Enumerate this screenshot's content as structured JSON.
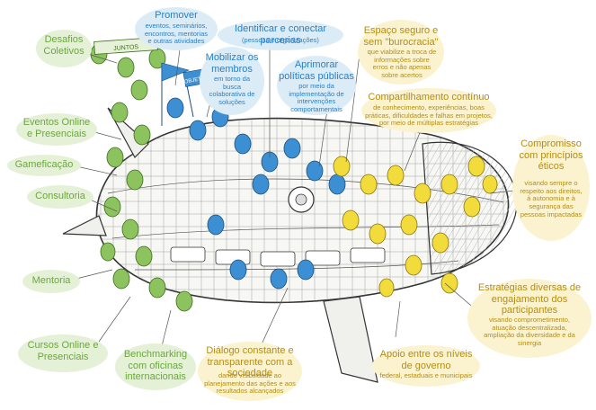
{
  "colors": {
    "green": "#6aa83a",
    "blue": "#2a7fc2",
    "yellow": "#b48d14",
    "green_fill": "#8cc35f",
    "blue_fill": "#3d8fd4",
    "yellow_fill": "#f2dc3c"
  },
  "green_labels": {
    "desafios": "Desafios Coletivos",
    "eventos": "Eventos Online e Presenciais",
    "gamificacao": "Gameficação",
    "consultoria": "Consultoria",
    "mentoria": "Mentoria",
    "cursos": "Cursos Online e Presenciais",
    "benchmarking": "Benchmarking com oficinas internacionais"
  },
  "blue_labels": {
    "promover_title": "Promover",
    "promover_sub": "eventos, seminários, encontros, mentorias e outras atividades",
    "identificar_title": "Identificar e conectar parcerias",
    "identificar_sub": "(pessoas e organizações)",
    "mobilizar_title": "Mobilizar os membros",
    "mobilizar_sub": "em torno da busca colaborativa de soluções",
    "aprimorar_title": "Aprimorar políticas públicas",
    "aprimorar_sub": "por meio da implementação de intervenções comportamentais"
  },
  "yellow_labels": {
    "espaco_title": "Espaço seguro e sem \"burocracia\"",
    "espaco_sub": "que viabilize a troca de informações sobre erros e não apenas sobre acertos",
    "compart_title": "Compartilhamento contínuo",
    "compart_sub": "de conhecimento, experiências, boas práticas, dificuldades e falhas em projetos, por meio de múltiplas estratégias",
    "compromisso_title": "Compromisso com princípios éticos",
    "compromisso_sub": "visando sempre o respeito aos direitos, à autonomia e à segurança das pessoas impactadas",
    "estrategias_title": "Estratégias diversas de engajamento dos participantes",
    "estrategias_sub": "visando comprometimento, atuação descentralizada, ampliação da diversidade e da sinergia",
    "dialogo_title": "Diálogo constante e transparente com a sociedade",
    "dialogo_sub": "dando visibilidade ao planejamento das ações e aos resultados alcançados",
    "apoio_title": "Apoio entre os níveis de governo",
    "apoio_sub": "federal, estaduais e municipais"
  },
  "flag_texts": {
    "flag1": "JUNTOS",
    "flag2": "OBJETIVOS"
  }
}
